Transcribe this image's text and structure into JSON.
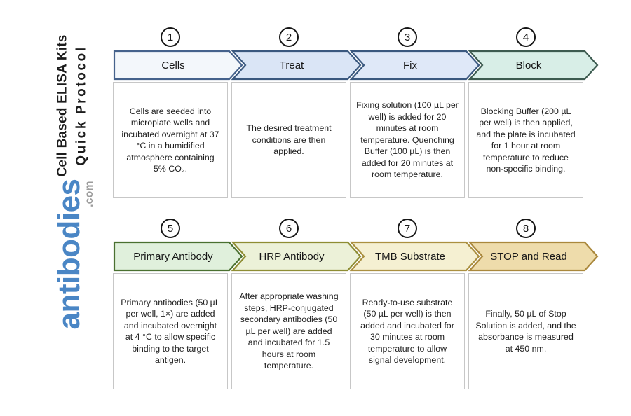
{
  "figure": {
    "title_line1": "Cell Based ELISA Kits",
    "title_line2": "Quick Protocol",
    "title_color": "#1c1c1c",
    "logo": {
      "text": "antibodies",
      "suffix": ".com",
      "color": "#4a86c5",
      "suffix_color": "#9b9b9b"
    }
  },
  "steps": [
    {
      "number": "1",
      "label": "Cells",
      "description": "Cells are seeded into microplate wells and incubated overnight at 37 °C in a humidified atmosphere containing 5% CO₂.",
      "fill": "#f3f7fb",
      "border": "#45628c"
    },
    {
      "number": "2",
      "label": "Treat",
      "description": "The desired treatment conditions are then applied.",
      "fill": "#dae5f6",
      "border": "#3a587f"
    },
    {
      "number": "3",
      "label": "Fix",
      "description": "Fixing solution (100 µL per well) is added for 20 minutes at room temperature. Quenching Buffer (100 µL) is then added for 20 minutes at room temperature.",
      "fill": "#dfe8f8",
      "border": "#3a587f"
    },
    {
      "number": "4",
      "label": "Block",
      "description": "Blocking Buffer (200 µL per well) is then applied, and the plate is incubated for 1 hour at room temperature to reduce non-specific binding.",
      "fill": "#d8eee7",
      "border": "#3d5b50"
    },
    {
      "number": "5",
      "label": "Primary Antibody",
      "description": "Primary antibodies (50 µL per well, 1×) are added and incubated overnight at 4 °C to allow specific binding to the target antigen.",
      "fill": "#e0f0dc",
      "border": "#4a7030"
    },
    {
      "number": "6",
      "label": "HRP Antibody",
      "description": "After appropriate washing steps, HRP-conjugated secondary antibodies (50 µL per well) are added and incubated for 1.5 hours at room temperature.",
      "fill": "#ecf1d8",
      "border": "#8e8d33"
    },
    {
      "number": "7",
      "label": "TMB Substrate",
      "description": "Ready-to-use substrate (50 µL per well) is then added and incubated for 30 minutes at room temperature to allow signal development.",
      "fill": "#f5f0d2",
      "border": "#ab9040"
    },
    {
      "number": "8",
      "label": "STOP and Read",
      "description": "Finally, 50 µL of Stop Solution is added, and the absorbance is measured at 450 nm.",
      "fill": "#eedcab",
      "border": "#aa883c"
    }
  ]
}
